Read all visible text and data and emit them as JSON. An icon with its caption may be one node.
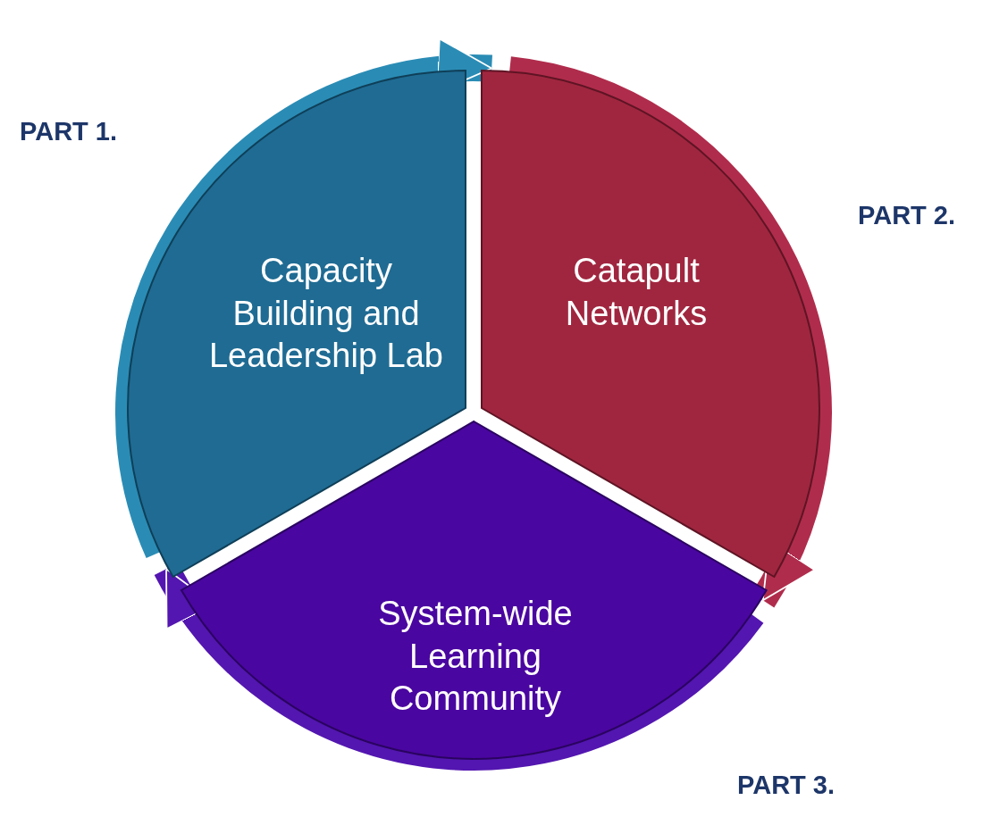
{
  "diagram": {
    "nodes": [
      {
        "text": [
          "Capacity Building and Leadership Lab"
        ],
        "beside": [
          "PART 1."
        ]
      },
      {
        "text": [
          "Catapult Networks"
        ],
        "beside": [
          "PART 2."
        ]
      },
      {
        "text": [
          "System-wide Learning Community"
        ],
        "beside": [
          "PART 3."
        ]
      }
    ],
    "edges": [
      {
        "from": 0,
        "to": 1,
        "arrow": "to",
        "color": "#2a8cb5"
      },
      {
        "from": 1,
        "to": 2,
        "arrow": "to",
        "color": "#b02c4c"
      },
      {
        "from": 2,
        "to": 0,
        "arrow": "to",
        "color": "#5316b0"
      }
    ]
  }
}
